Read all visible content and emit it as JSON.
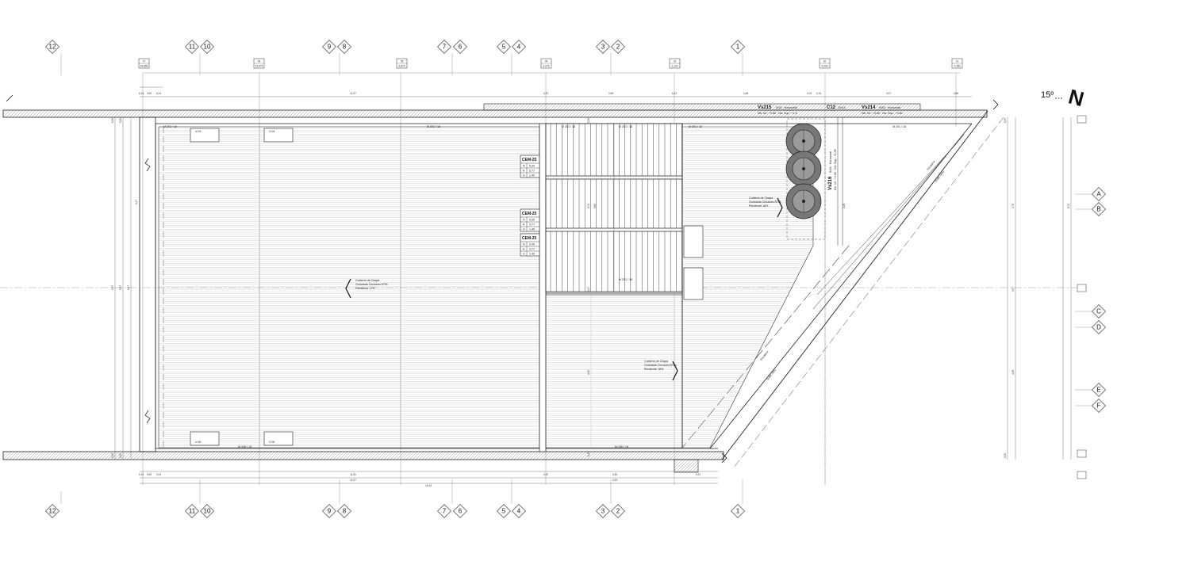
{
  "top_grid_labels": [
    "12",
    "11",
    "10",
    "9",
    "8",
    "7",
    "6",
    "5",
    "4",
    "3",
    "2",
    "1"
  ],
  "bottom_grid_labels": [
    "12",
    "11",
    "10",
    "9",
    "8",
    "7",
    "6",
    "5",
    "4",
    "3",
    "2",
    "1"
  ],
  "right_grid_labels": [
    "A",
    "B",
    "C",
    "D",
    "E",
    "F"
  ],
  "section_markers": [
    "07",
    "06",
    "05",
    "04",
    "03",
    "02",
    "01"
  ],
  "section_marker_values": [
    "16,855",
    "13,575",
    "9,875",
    "6,075",
    "1,130",
    "0,000",
    "-0,560"
  ],
  "north": {
    "angle": "15º",
    "letter": "N"
  },
  "beams": {
    "vs215": "Vs215",
    "vs215_detail": "IN30 · Horizontal",
    "vs215_levels": "Niv. Inf.: +0,80 · Niv. Sup.: +1,5",
    "c12": "C12",
    "c12_detail": "20x10",
    "vs214": "Vs214",
    "vs214_detail": "IN30 · Horizontal",
    "vs214_levels": "Niv. Inf.: +0,80 · Niv. Sup.: +0,80",
    "vs216": "Vs216",
    "vs216_detail": "IN30 · Horizontal",
    "vs216_levels": "Niv. Inf.: +1,00 · Niv. Sup.: +1,05"
  },
  "cem_boxes": [
    {
      "name": "CEM-25",
      "rows": [
        [
          "N",
          "0,00"
        ],
        [
          "A",
          "3,77"
        ],
        [
          "H",
          "1,40"
        ]
      ]
    },
    {
      "name": "CEM-25",
      "rows": [
        [
          "N",
          "0,00"
        ],
        [
          "A",
          "3,77"
        ],
        [
          "H",
          "1,40"
        ]
      ]
    },
    {
      "name": "CEM-25",
      "rows": [
        [
          "N",
          "0,00"
        ],
        [
          "A",
          "3,77"
        ],
        [
          "H",
          "1,40"
        ]
      ]
    }
  ],
  "roof_notes": [
    {
      "line1": "Cubierta de Chapa",
      "line2": "Ondulada Cincalum Nº25",
      "line3": "Pendiente 17%"
    },
    {
      "line1": "Cubierta de Chapa",
      "line2": "Ondulada Cincalum Nº25",
      "line3": "Pendiente 18%"
    },
    {
      "line1": "Cubierta de Chapa",
      "line2": "Ondulada Cincalum Nº25",
      "line3": "Pendiente 18%"
    }
  ],
  "wall_tags": [
    "M 201 / 10",
    "M 201 / 18",
    "M 201 / 18",
    "M 201 / 18",
    "M 201 / 18",
    "M 201 / 10",
    "M 201 / 15",
    "M 206 / 18",
    "M 206 / 18"
  ],
  "opening_tags": [
    "V-04",
    "V-04",
    "V-05",
    "V-05"
  ],
  "dimensions_top": [
    "0,15",
    "0,50",
    "0,24",
    "11,57",
    "0,22",
    "3,55",
    "0,22",
    "3,48",
    "0,15",
    "0,10",
    "3,07",
    "0,86"
  ],
  "dimensions_bottom": [
    "0,15",
    "0,50",
    "0,24",
    "11,81",
    "0,22",
    "4,35",
    "0,22",
    "11,57",
    "4,25",
    "16,15"
  ],
  "dimensions_left": [
    "0,20",
    "0,20",
    "9,87",
    "9,67",
    "9,67",
    "9,47",
    "0,15",
    "0,15"
  ],
  "dimensions_mid": [
    "5,73",
    "5,85",
    "3,97",
    "4,25",
    "0,20",
    "0,15",
    "2,08"
  ],
  "dimensions_right": [
    "8,72",
    "4,75",
    "3,97",
    "4,98",
    "0,25",
    "0,20"
  ],
  "stair_labels": [
    "Escalera",
    "Sube Serv.",
    "Escalera",
    "Sube Serv."
  ]
}
